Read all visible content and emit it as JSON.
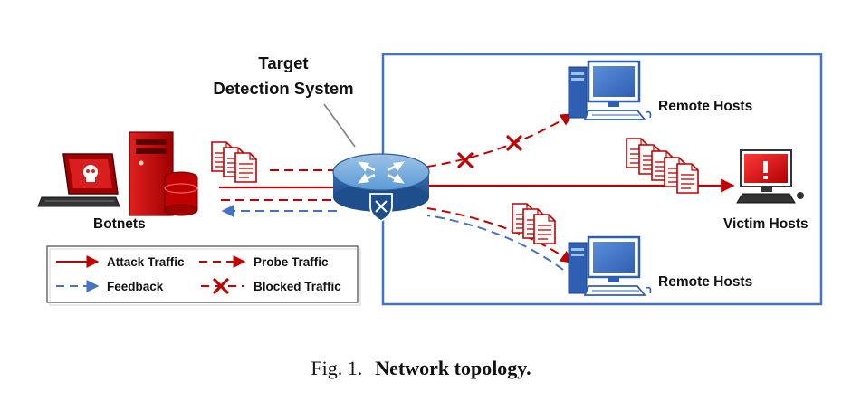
{
  "labels": {
    "target_line1": "Target",
    "target_line2": "Detection System",
    "botnets": "Botnets",
    "remote_hosts_top": "Remote Hosts",
    "victim_hosts": "Victim Hosts",
    "remote_hosts_bottom": "Remote Hosts"
  },
  "legend": {
    "attack": "Attack Traffic",
    "probe": "Probe Traffic",
    "feedback": "Feedback",
    "blocked": "Blocked Traffic"
  },
  "caption": {
    "prefix": "Fig. 1.",
    "title": "Network topology."
  },
  "icons": {
    "botnet_laptop": "skull-laptop-icon",
    "botnet_server": "server-icon",
    "router": "shield-router-icon",
    "remote_host": "desktop-computer-icon",
    "victim_host": "alert-computer-icon",
    "packet": "document-stack-icon",
    "blocked": "x-mark-icon"
  },
  "colors": {
    "attack": "#c00000",
    "feedback": "#4472c4",
    "frame": "#4472c4",
    "router": "#5b9bd5"
  }
}
